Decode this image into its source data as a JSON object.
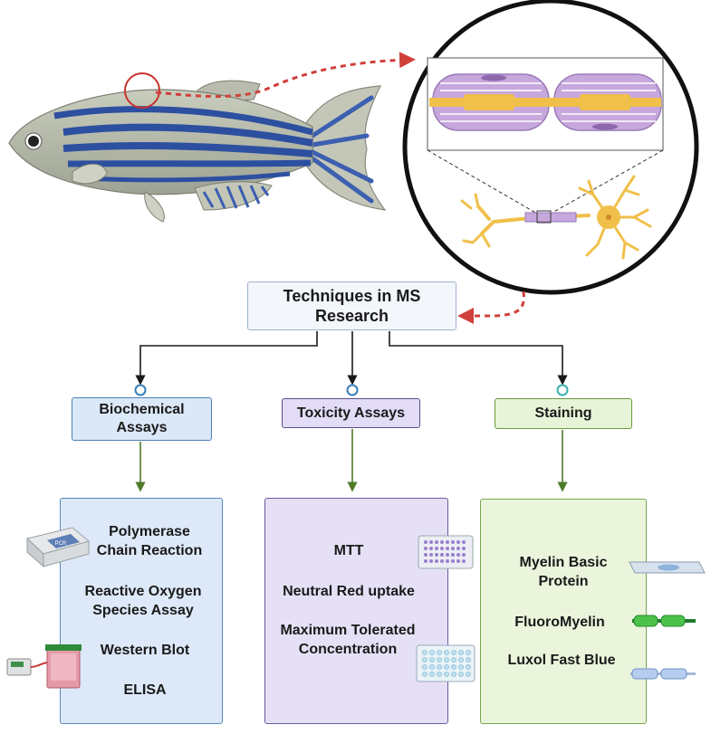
{
  "title": {
    "line1": "Techniques in MS",
    "line2": "Research"
  },
  "categories": {
    "biochemical": {
      "line1": "Biochemical",
      "line2": "Assays"
    },
    "toxicity": {
      "label": "Toxicity Assays"
    },
    "staining": {
      "label": "Staining"
    }
  },
  "biochemical_items": {
    "pcr": {
      "line1": "Polymerase",
      "line2": "Chain Reaction"
    },
    "ros": {
      "line1": "Reactive Oxygen",
      "line2": "Species Assay"
    },
    "western": "Western Blot",
    "elisa": "ELISA"
  },
  "toxicity_items": {
    "mtt": "MTT",
    "neutral_red": "Neutral Red uptake",
    "mtc": {
      "line1": "Maximum Tolerated",
      "line2": "Concentration"
    }
  },
  "staining_items": {
    "mbp": {
      "line1": "Myelin Basic",
      "line2": "Protein"
    },
    "fluoromyelin": "FluoroMyelin",
    "luxol": "Luxol Fast Blue"
  },
  "icons": {
    "pcr_screen_text": "PCR"
  },
  "colors": {
    "arrow_red": "#d0403a",
    "bio_border": "#4f7fb6",
    "tox_border": "#5a4a8c",
    "stain_border": "#6b9a3c",
    "connector_green": "#4e7a2a"
  }
}
